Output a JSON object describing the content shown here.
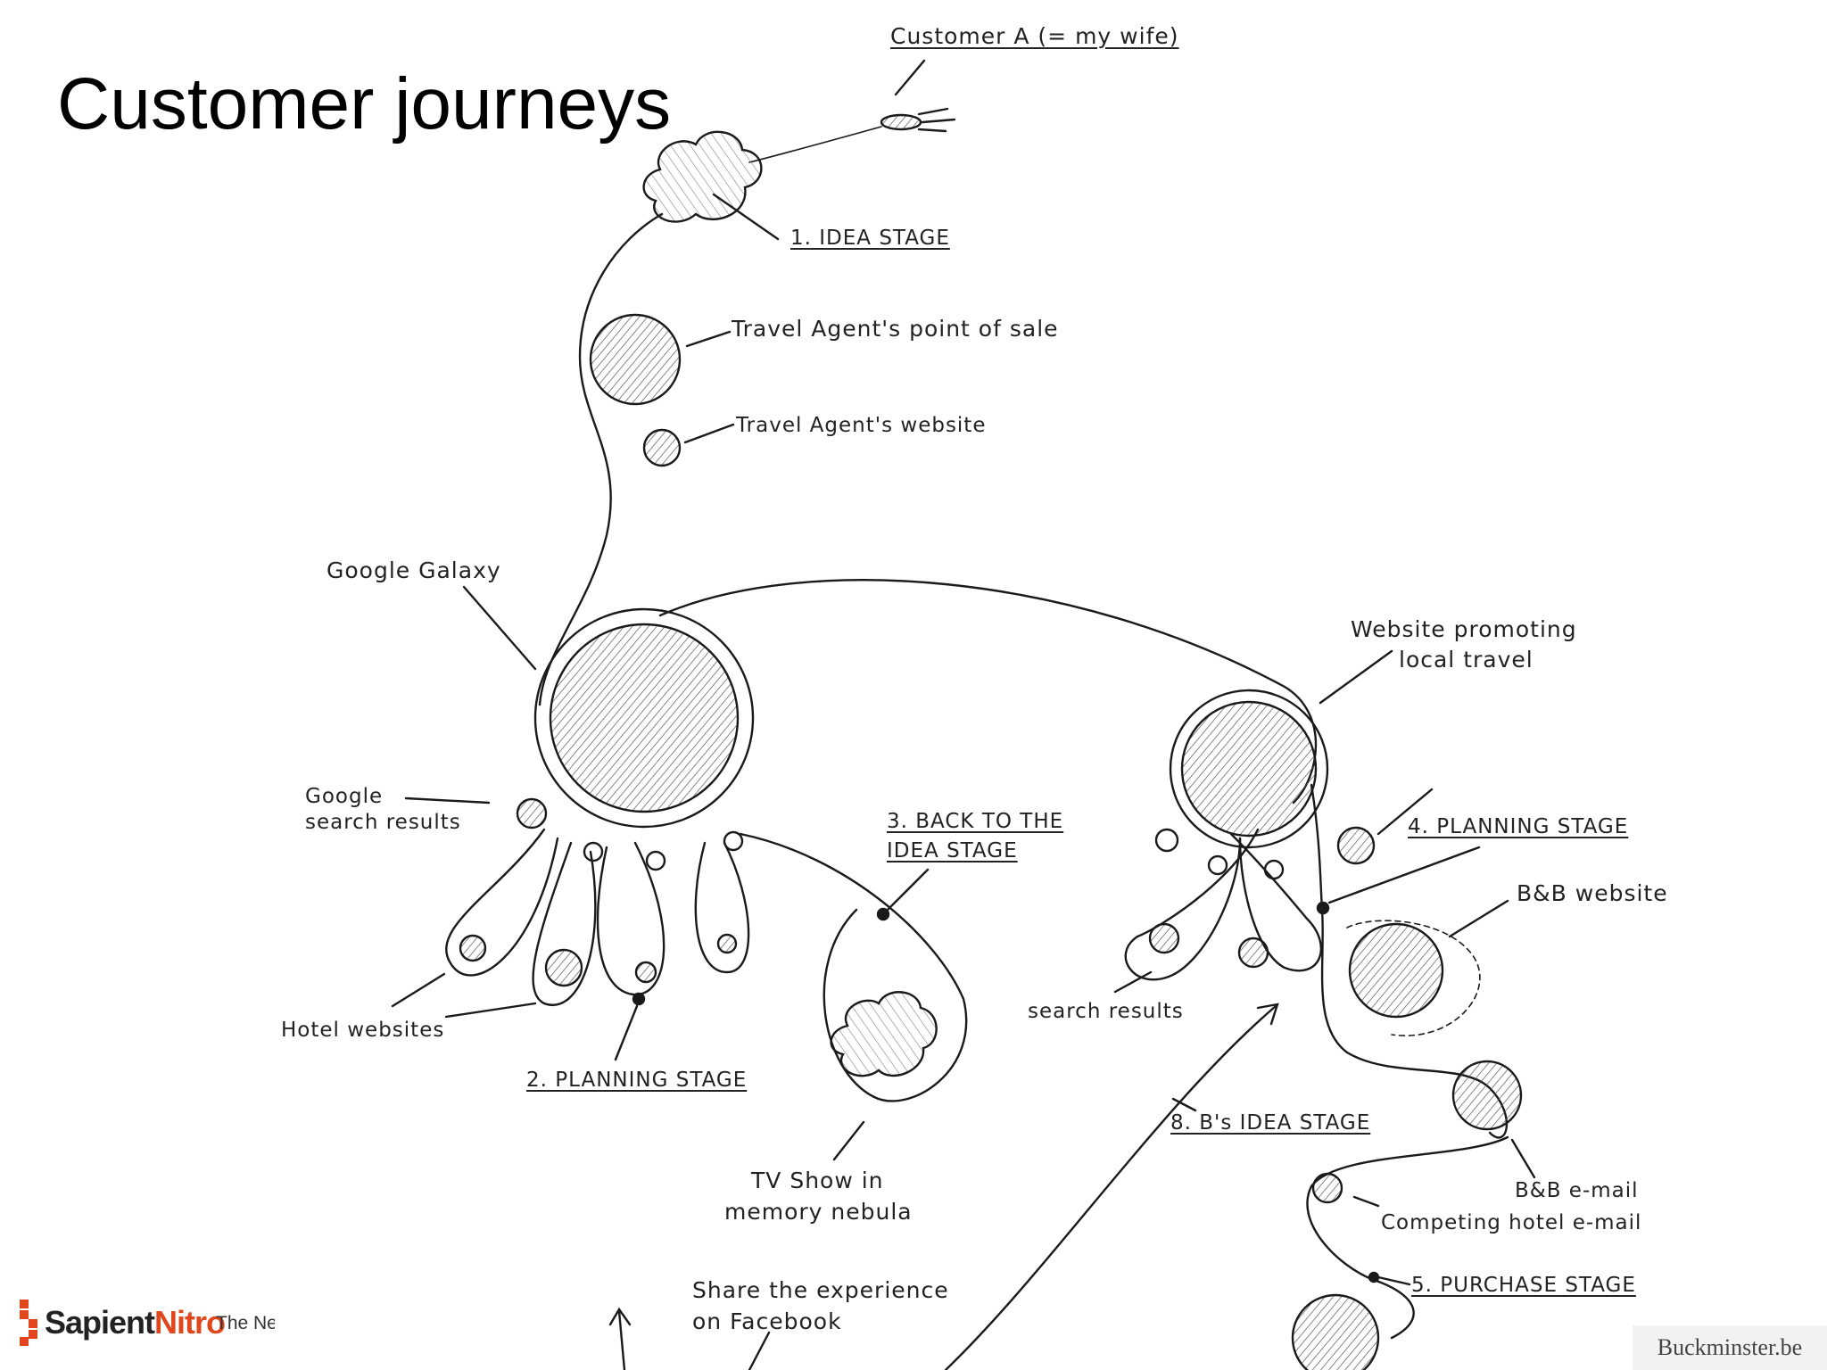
{
  "slide": {
    "title": "Customer journeys"
  },
  "labels": {
    "customer_a": "Customer A (= my wife)",
    "idea_stage": "1. IDEA STAGE",
    "travel_agent_pos": "Travel Agent's point of sale",
    "travel_agent_web": "Travel Agent's website",
    "google_galaxy": "Google Galaxy",
    "website_promoting_1": "Website promoting",
    "website_promoting_2": "local travel",
    "google_search_1": "Google",
    "google_search_2": "search results",
    "back_to_idea_1": "3. BACK TO THE",
    "back_to_idea_2": "IDEA STAGE",
    "planning_stage_4": "4. PLANNING STAGE",
    "bb_website": "B&B website",
    "search_results": "search results",
    "hotel_websites": "Hotel websites",
    "planning_stage_2": "2. PLANNING STAGE",
    "bs_idea_stage": "8. B's IDEA STAGE",
    "tv_show_1": "TV Show in",
    "tv_show_2": "memory nebula",
    "bb_email": "B&B e-mail",
    "competing_email": "Competing hotel e-mail",
    "purchase_stage": "5. PURCHASE STAGE",
    "share_1": "Share the experience",
    "share_2": "on Facebook"
  },
  "footer": {
    "logo_part1": "Sapient",
    "logo_part2": "Nitro",
    "tagline": "The Ne",
    "credit": "Buckminster.be"
  },
  "colors": {
    "ink": "#1a1a1a",
    "logo_orange": "#e0471c"
  }
}
